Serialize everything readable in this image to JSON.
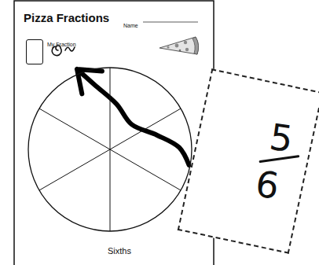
{
  "diagram": {
    "title": "Pizza Fractions",
    "nodes": [
      {
        "text": [
          "My Fraction"
        ]
      },
      {
        "text": [
          "Sixths"
        ]
      },
      {
        "text": [
          "5",
          "6"
        ]
      }
    ],
    "edges": [
      {
        "from": 2,
        "to": 0,
        "arrow": "to"
      }
    ],
    "labels": [
      "Name"
    ]
  }
}
